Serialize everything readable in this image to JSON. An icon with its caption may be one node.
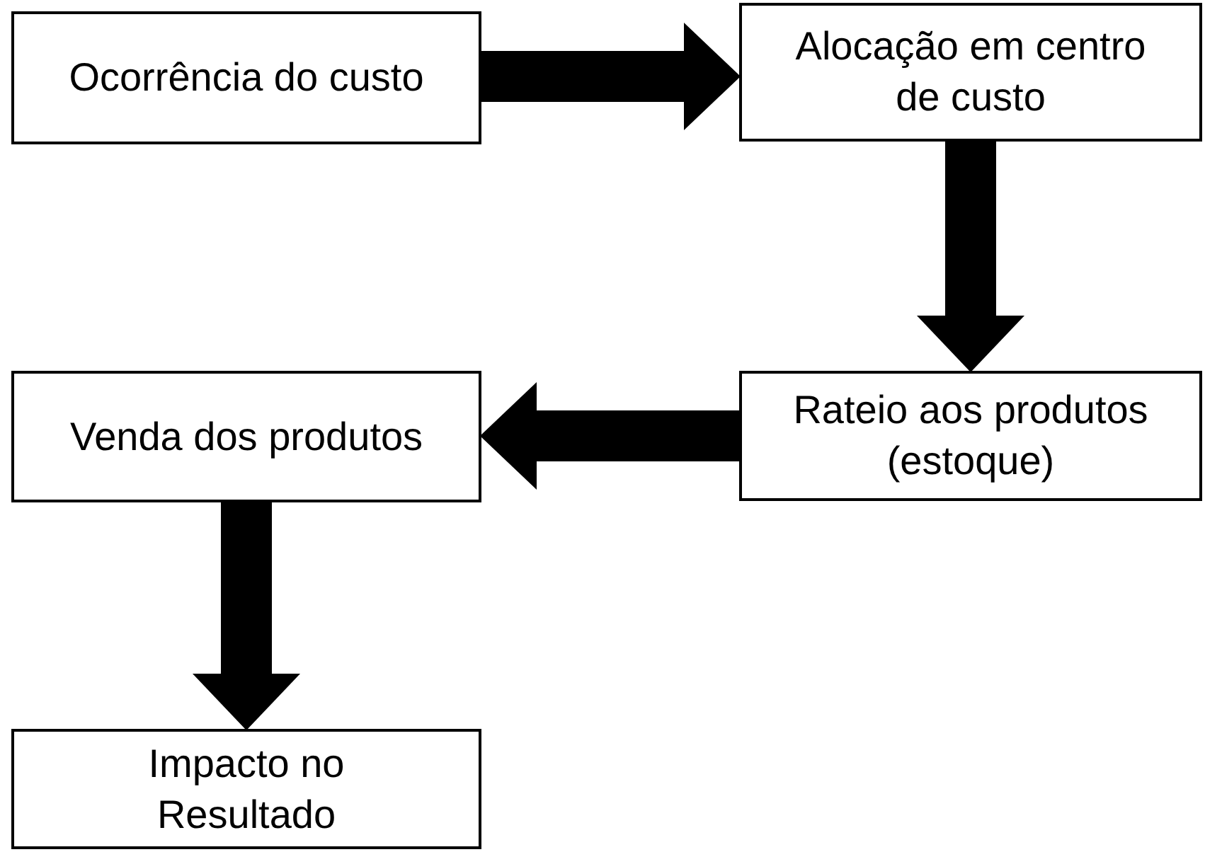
{
  "diagram": {
    "nodes": [
      {
        "text": [
          "Ocorrência do custo"
        ]
      },
      {
        "text": [
          "Alocação em centro de custo"
        ]
      },
      {
        "text": [
          "Rateio aos produtos (estoque)"
        ]
      },
      {
        "text": [
          "Venda dos produtos"
        ]
      },
      {
        "text": [
          "Impacto no Resultado"
        ]
      }
    ],
    "edges": [
      {
        "from": 0,
        "to": 1,
        "arrow": "to"
      },
      {
        "from": 1,
        "to": 2,
        "arrow": "to"
      },
      {
        "from": 2,
        "to": 3,
        "arrow": "to"
      },
      {
        "from": 3,
        "to": 4,
        "arrow": "to"
      }
    ]
  }
}
